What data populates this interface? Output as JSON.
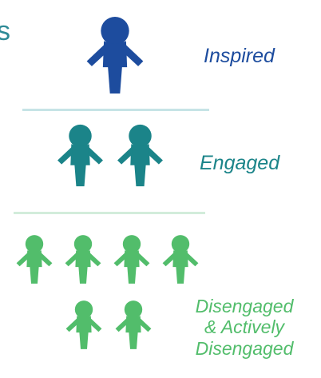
{
  "partial_heading_fragment": "s",
  "colors": {
    "inspired": "#1d4c9e",
    "engaged": "#1b8489",
    "disengaged": "#52bd6b",
    "divider_1": "#c6e4e6",
    "divider_2": "#d2ecdb"
  },
  "icons": {
    "person": "person-icon"
  },
  "tiers": {
    "inspired": {
      "label": "Inspired",
      "people_count": 1
    },
    "engaged": {
      "label": "Engaged",
      "people_count": 2
    },
    "disengaged": {
      "label_lines": [
        "Disengaged",
        "& Actively",
        "Disengaged"
      ],
      "people_count": 6
    }
  }
}
